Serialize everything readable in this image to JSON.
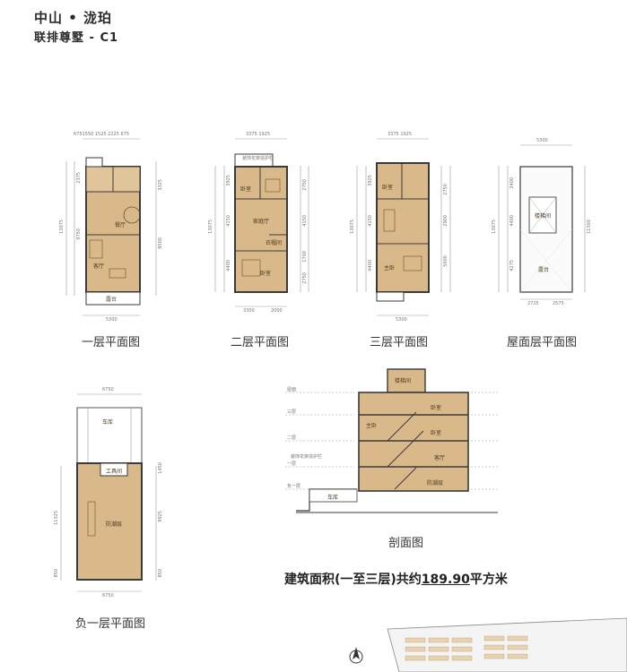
{
  "header": {
    "title_line1": "中山 • 泷珀",
    "title_line2": "联排尊墅 - C1"
  },
  "plans": {
    "floor1": {
      "caption": "一层平面图",
      "rooms": [
        "餐厅",
        "客厅",
        "露台"
      ],
      "top_dims": "6751550 1525 2225 675",
      "bottom_dim": "5300",
      "side_dims": [
        "2375",
        "9750",
        "13075",
        "3325",
        "8500"
      ]
    },
    "floor2": {
      "caption": "二层平面图",
      "rooms": [
        "卧室",
        "家庭厅",
        "衣帽间",
        "卧室"
      ],
      "top_dims": "3375  1925",
      "annotation": "装饰花架造护栏",
      "bottom_dims": [
        "3300",
        "2000"
      ],
      "side_dims": [
        "3925",
        "4150",
        "4400",
        "13075",
        "2750",
        "4150",
        "1700",
        "2750"
      ]
    },
    "floor3": {
      "caption": "三层平面图",
      "rooms": [
        "卧室",
        "主卧"
      ],
      "top_dims": "3375  1925",
      "bottom_dim": "5300",
      "side_dims": [
        "3925",
        "4150",
        "4400",
        "13075",
        "2750",
        "2900",
        "5600"
      ]
    },
    "roof": {
      "caption": "屋面层平面图",
      "rooms": [
        "楼梯间",
        "露台"
      ],
      "top_dim": "5300",
      "bottom_dims": [
        "2725",
        "2575"
      ],
      "side_dims": [
        "3400",
        "4400",
        "4275",
        "13075",
        "11300"
      ]
    },
    "basement": {
      "caption": "负一层平面图",
      "rooms": [
        "车库",
        "工具间",
        "防潮层"
      ],
      "top_dim": "6750",
      "bottom_dim": "6750",
      "side_dims": [
        "11325",
        "850",
        "1450",
        "9925",
        "850"
      ]
    },
    "section": {
      "caption": "剖面图",
      "levels": [
        "屋面",
        "三层",
        "二层",
        "一层",
        "负一层"
      ],
      "annotation": "装饰花架造护栏",
      "rooms": [
        "楼梯间",
        "卧室",
        "卧室",
        "客厅",
        "车库",
        "防潮层",
        "主卧"
      ]
    }
  },
  "area": {
    "label_prefix": "建筑面积(一至三层)共约",
    "value": "189.90",
    "label_suffix": "平方米"
  },
  "colors": {
    "floor_fill": "#d9b98a",
    "wall": "#3a3a3a",
    "dim_line": "#999999"
  }
}
